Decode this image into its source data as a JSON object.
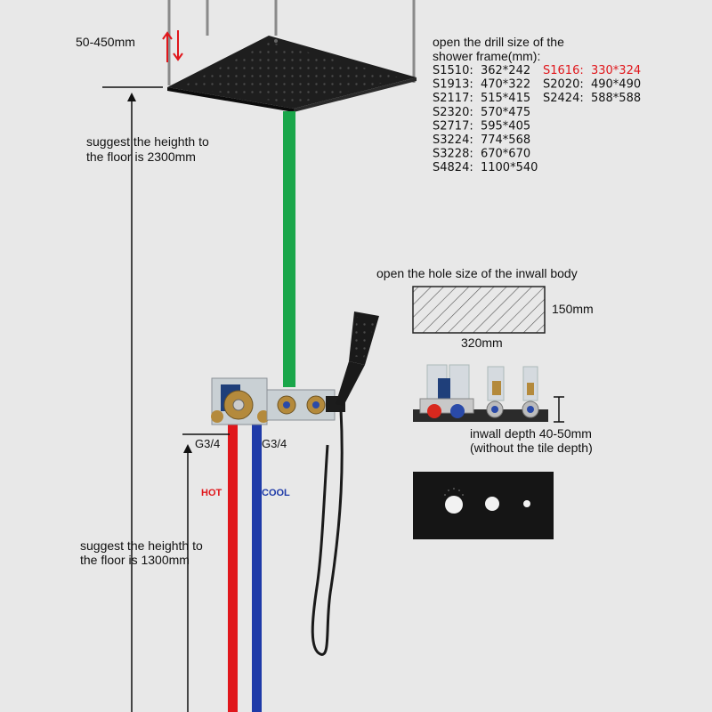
{
  "ceiling_drop": {
    "label": "50-450mm"
  },
  "rain_height": {
    "line1": "suggest the heighth to",
    "line2": "the floor is 2300mm"
  },
  "valve_height": {
    "line1": "suggest the heighth to",
    "line2": "the floor is 1300mm"
  },
  "drill_table": {
    "title_line1": "open the drill size of the",
    "title_line2": "shower frame(mm):",
    "rows": [
      {
        "left": "S1510:  362*242",
        "right": "S1616:  330*324",
        "right_highlight": true
      },
      {
        "left": "S1913:  470*322",
        "right": "S2020:  490*490"
      },
      {
        "left": "S2117:  515*415",
        "right": "S2424:  588*588"
      },
      {
        "left": "S2320:  570*475"
      },
      {
        "left": "S2717:  595*405"
      },
      {
        "left": "S3224:  774*568"
      },
      {
        "left": "S3228:  670*670"
      },
      {
        "left": "S4824:  1100*540"
      }
    ]
  },
  "inwall_hole": {
    "title": "open the hole size of the inwall body",
    "height": "150mm",
    "width": "320mm"
  },
  "inwall_depth": {
    "line1": "inwall depth 40-50mm",
    "line2": "(without the tile depth)"
  },
  "pipes": {
    "hot_thread": "G3/4",
    "cold_thread": "G3/4",
    "hot_label": "HOT",
    "cold_label": "COOL"
  },
  "colors": {
    "hot": "#e0161b",
    "cold": "#1e3aa8",
    "water": "#1aa64a",
    "fixture": "#1c1c1c",
    "brass": "#b48a3c"
  }
}
